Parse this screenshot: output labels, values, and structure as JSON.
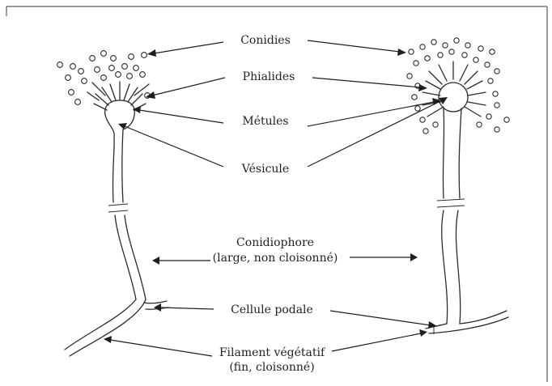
{
  "labels": {
    "conidies": "Conidies",
    "phialides": "Phialides",
    "metules": "Métules",
    "vesicule": "Vésicule",
    "conidiophore_line1": "Conidiophore",
    "conidiophore_line2": "(large, non cloisonné)",
    "cellule_podale": "Cellule podale",
    "filament_line1": "Filament végétatif",
    "filament_line2": "(fin, cloisonné)"
  },
  "colors": {
    "line": "#2b2b2b",
    "frame": "#3a3a3a",
    "background": "#ffffff"
  }
}
